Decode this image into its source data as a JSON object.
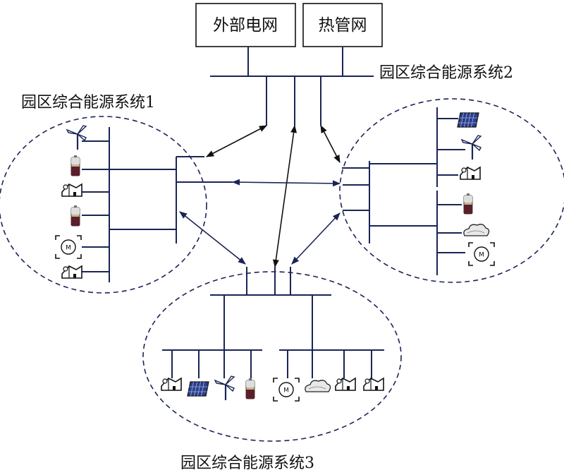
{
  "nodes": {
    "external_grid": "外部电网",
    "heat_network": "热管网"
  },
  "systems": {
    "system1": "园区综合能源系统1",
    "system2": "园区综合能源系统2",
    "system3": "园区综合能源系统3"
  },
  "icons": {
    "wind_turbine": "wind-turbine-icon",
    "battery": "battery-icon",
    "house": "house-load-icon",
    "motor": "motor-icon",
    "solar": "solar-panel-icon",
    "cloud": "gas-cloud-icon"
  },
  "colors": {
    "bus": "#1a2456",
    "arrow": "#111111"
  }
}
